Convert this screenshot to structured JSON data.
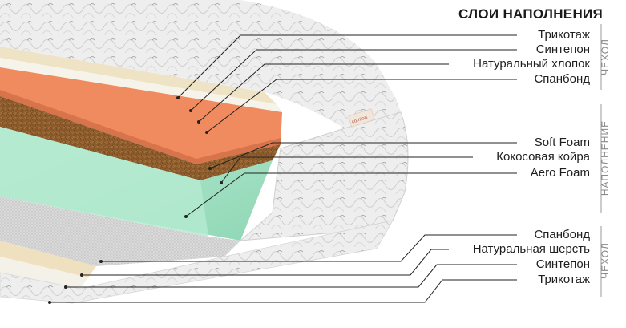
{
  "title": "СЛОИ НАПОЛНЕНИЯ",
  "brand": "comfort",
  "groups": {
    "top_cover": "ЧЕХОЛ",
    "filling": "НАПОЛНЕНИЕ",
    "bottom_cover": "ЧЕХОЛ"
  },
  "layers": [
    {
      "label": "Трикотаж"
    },
    {
      "label": "Синтепон"
    },
    {
      "label": "Натуральный хлопок"
    },
    {
      "label": "Спанбонд"
    },
    {
      "label": "Soft Foam"
    },
    {
      "label": "Кокосовая койра"
    },
    {
      "label": "Aero Foam"
    },
    {
      "label": "Спанбонд"
    },
    {
      "label": "Натуральная шерсть"
    },
    {
      "label": "Синтепон"
    },
    {
      "label": "Трикотаж"
    }
  ],
  "colors": {
    "soft_foam": "#f08a5f",
    "coir": "#8b5a2b",
    "aero_foam": "#a8e4c8",
    "quilt": "#ececec",
    "cotton": "#efe3c6",
    "leader": "#222222"
  }
}
